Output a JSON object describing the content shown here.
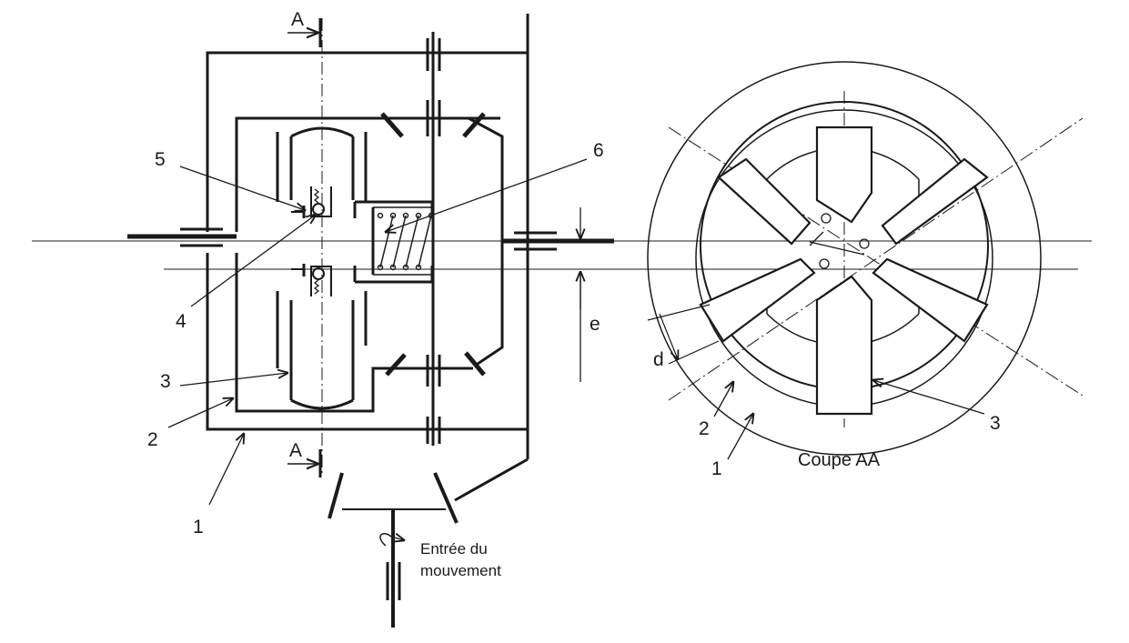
{
  "diagram": {
    "left_view": {
      "section_marker": "A",
      "parts": {
        "p1": "1",
        "p2": "2",
        "p3": "3",
        "p4": "4",
        "p5": "5",
        "p6": "6"
      },
      "dimension_e": "e",
      "input_label_line1": "Entrée du",
      "input_label_line2": "mouvement"
    },
    "right_view": {
      "caption": "Coupe AA",
      "dimension_d": "d",
      "parts": {
        "p1": "1",
        "p2": "2",
        "p3": "3"
      }
    }
  },
  "colors": {
    "ink": "#1a1a1a",
    "paper": "#ffffff"
  }
}
